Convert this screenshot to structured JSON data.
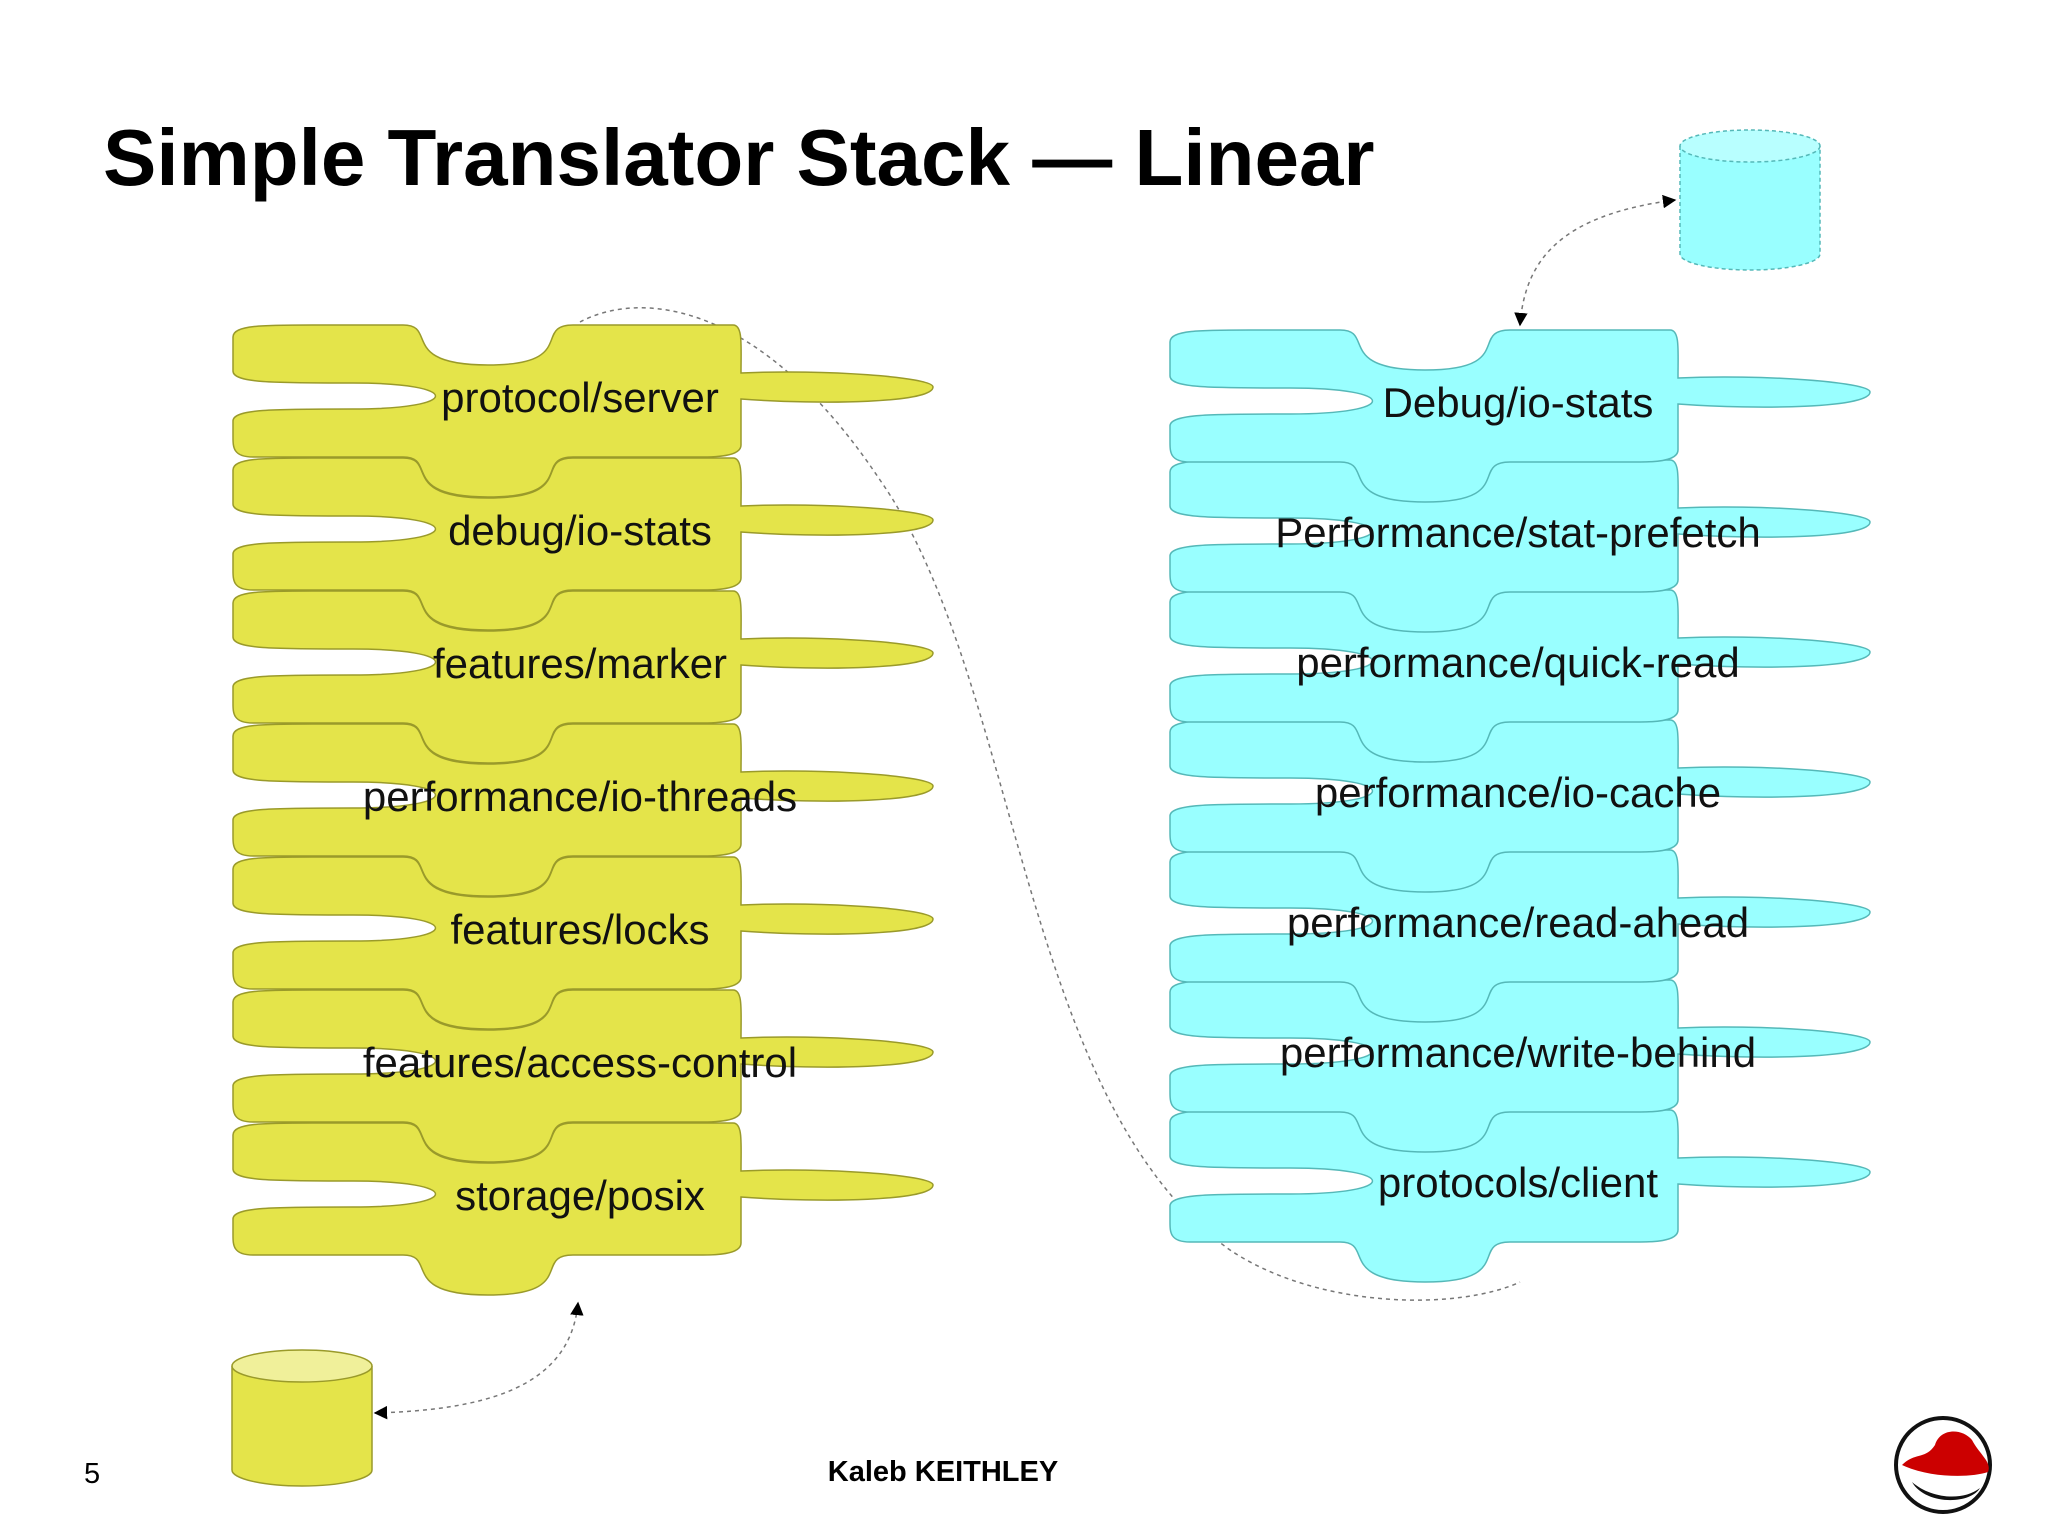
{
  "title": "Simple Translator Stack — Linear",
  "footer": {
    "page_number": "5",
    "author": "Kaleb KEITHLEY"
  },
  "colors": {
    "server_fill": "#e4e44a",
    "server_stroke": "#9a9a2a",
    "client_fill": "#99ffff",
    "client_stroke": "#55b8b8",
    "connector": "#777777",
    "logo_red": "#cc0000"
  },
  "server_stack": [
    "protocol/server",
    "debug/io-stats",
    "features/marker",
    "performance/io-threads",
    "features/locks",
    "features/access-control",
    "storage/posix"
  ],
  "client_stack": [
    "Debug/io-stats",
    "Performance/stat-prefetch",
    "performance/quick-read",
    "performance/io-cache",
    "performance/read-ahead",
    "performance/write-behind",
    "protocols/client"
  ],
  "icons": {
    "server_storage": "disk-cylinder-icon",
    "client_storage": "disk-cylinder-icon",
    "logo": "redhat-shadowman-logo"
  }
}
